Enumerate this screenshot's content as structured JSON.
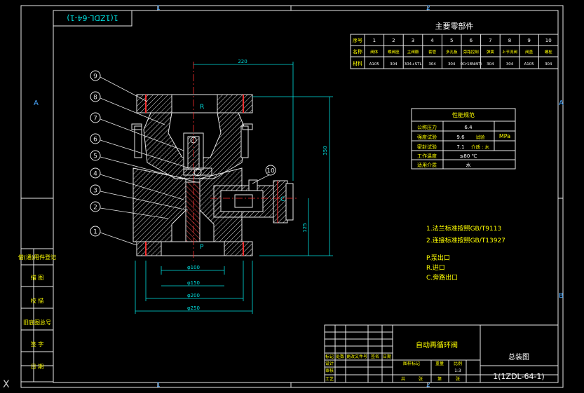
{
  "title_box": "1(1ZDL-64-1)",
  "zones": {
    "top": [
      "1",
      "2"
    ],
    "bottom": [
      "1",
      "2"
    ],
    "left": [
      "A"
    ],
    "right": [
      "A",
      "B"
    ]
  },
  "parts_table": {
    "title": "主要零部件",
    "row1_label": "序号",
    "row2_label": "名称",
    "row3_label": "材料",
    "numbers": [
      "1",
      "2",
      "3",
      "4",
      "5",
      "6",
      "7",
      "8",
      "9",
      "10"
    ],
    "names": [
      "阀体",
      "蝶阀座",
      "主阀瓣",
      "套管",
      "多孔板",
      "旁路控制",
      "弹簧",
      "上节流阀",
      "阀盖",
      "螺栓"
    ],
    "materials": [
      "A105",
      "304",
      "304+STL",
      "304",
      "304",
      "0Cr18Ni9Ti",
      "304",
      "304",
      "A105",
      "304"
    ]
  },
  "spec_table": {
    "title": "性能规范",
    "rows": [
      {
        "label": "公称压力",
        "value": "6.4"
      },
      {
        "label": "强度试验",
        "value": "9.6",
        "note": "试验"
      },
      {
        "label": "密封试验",
        "value": "7.1",
        "note": "介质 : 水"
      },
      {
        "label": "工作温度",
        "value": "≤80 ℃"
      },
      {
        "label": "适用介质",
        "value": "水"
      }
    ],
    "unit": "MPa"
  },
  "notes": [
    "1.法兰标准按照GB/T9113",
    "2.连接标准按照GB/T13927"
  ],
  "ports": [
    "P.泵出口",
    "R.进口",
    "C.旁路出口"
  ],
  "port_letters": {
    "R": "R",
    "P": "P",
    "C": "C"
  },
  "balloons": [
    "9",
    "8",
    "7",
    "6",
    "5",
    "4",
    "3",
    "2",
    "1",
    "10"
  ],
  "dims": {
    "top_width": "220",
    "height": "350",
    "side": "125",
    "d100": "φ100",
    "d150": "φ150",
    "d200": "φ200",
    "d250": "φ250"
  },
  "left_strip": [
    "借(通)用件登记",
    "描 图",
    "校 描",
    "旧底图总号",
    "签 字",
    "日 期"
  ],
  "title_block": {
    "product": "自动再循环阀",
    "drawing_name": "总装图",
    "code": "1(1ZDL-64-1)",
    "scale_label": "1:3",
    "cells": [
      "标记",
      "处数",
      "更改文件号",
      "签名",
      "日期",
      "图样标记",
      "重量",
      "比例",
      "设计",
      "审核",
      "工艺",
      "共",
      "张",
      "第",
      "张"
    ]
  },
  "corner_x": "X"
}
